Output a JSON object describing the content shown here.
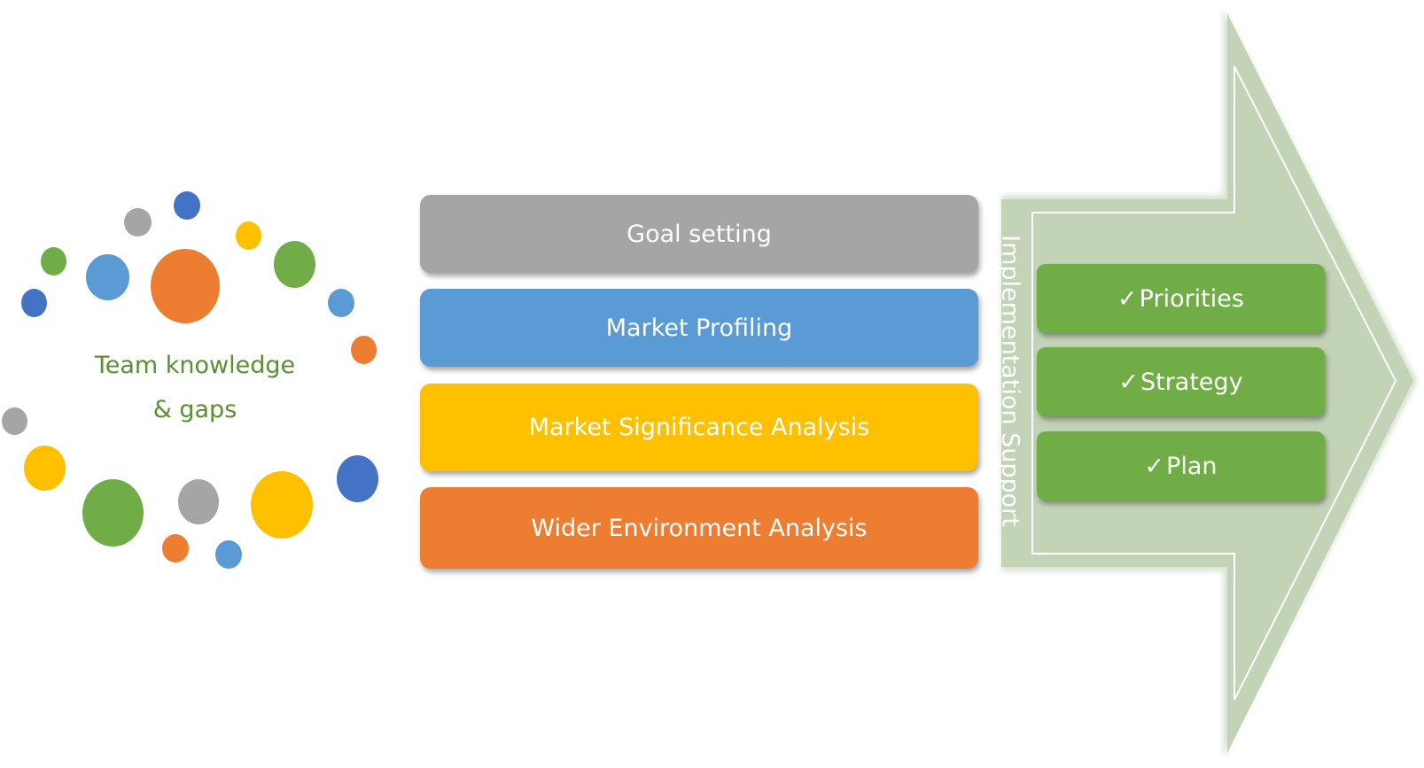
{
  "left_cluster": {
    "label_line1": "Team knowledge",
    "label_line2": "& gaps"
  },
  "process_bars": [
    {
      "label": "Goal setting",
      "color": "#a5a5a5"
    },
    {
      "label": "Market Profiling",
      "color": "#5b9bd5"
    },
    {
      "label": "Market Significance Analysis",
      "color": "#ffc000"
    },
    {
      "label": "Wider Environment Analysis",
      "color": "#ed7d31"
    }
  ],
  "arrow": {
    "label": "Implementation Support",
    "fill": "#c3d3b6",
    "outputs": [
      {
        "check": "✓",
        "label": "Priorities"
      },
      {
        "check": "✓",
        "label": "Strategy"
      },
      {
        "check": "✓",
        "label": "Plan"
      }
    ],
    "output_color": "#70ad47"
  },
  "palette": {
    "orange": "#ed7d31",
    "blue": "#5b9bd5",
    "dark_blue": "#4472c4",
    "green": "#70ad47",
    "gold": "#ffc000",
    "gray": "#a5a5a5",
    "label_green": "#5a8f32"
  }
}
